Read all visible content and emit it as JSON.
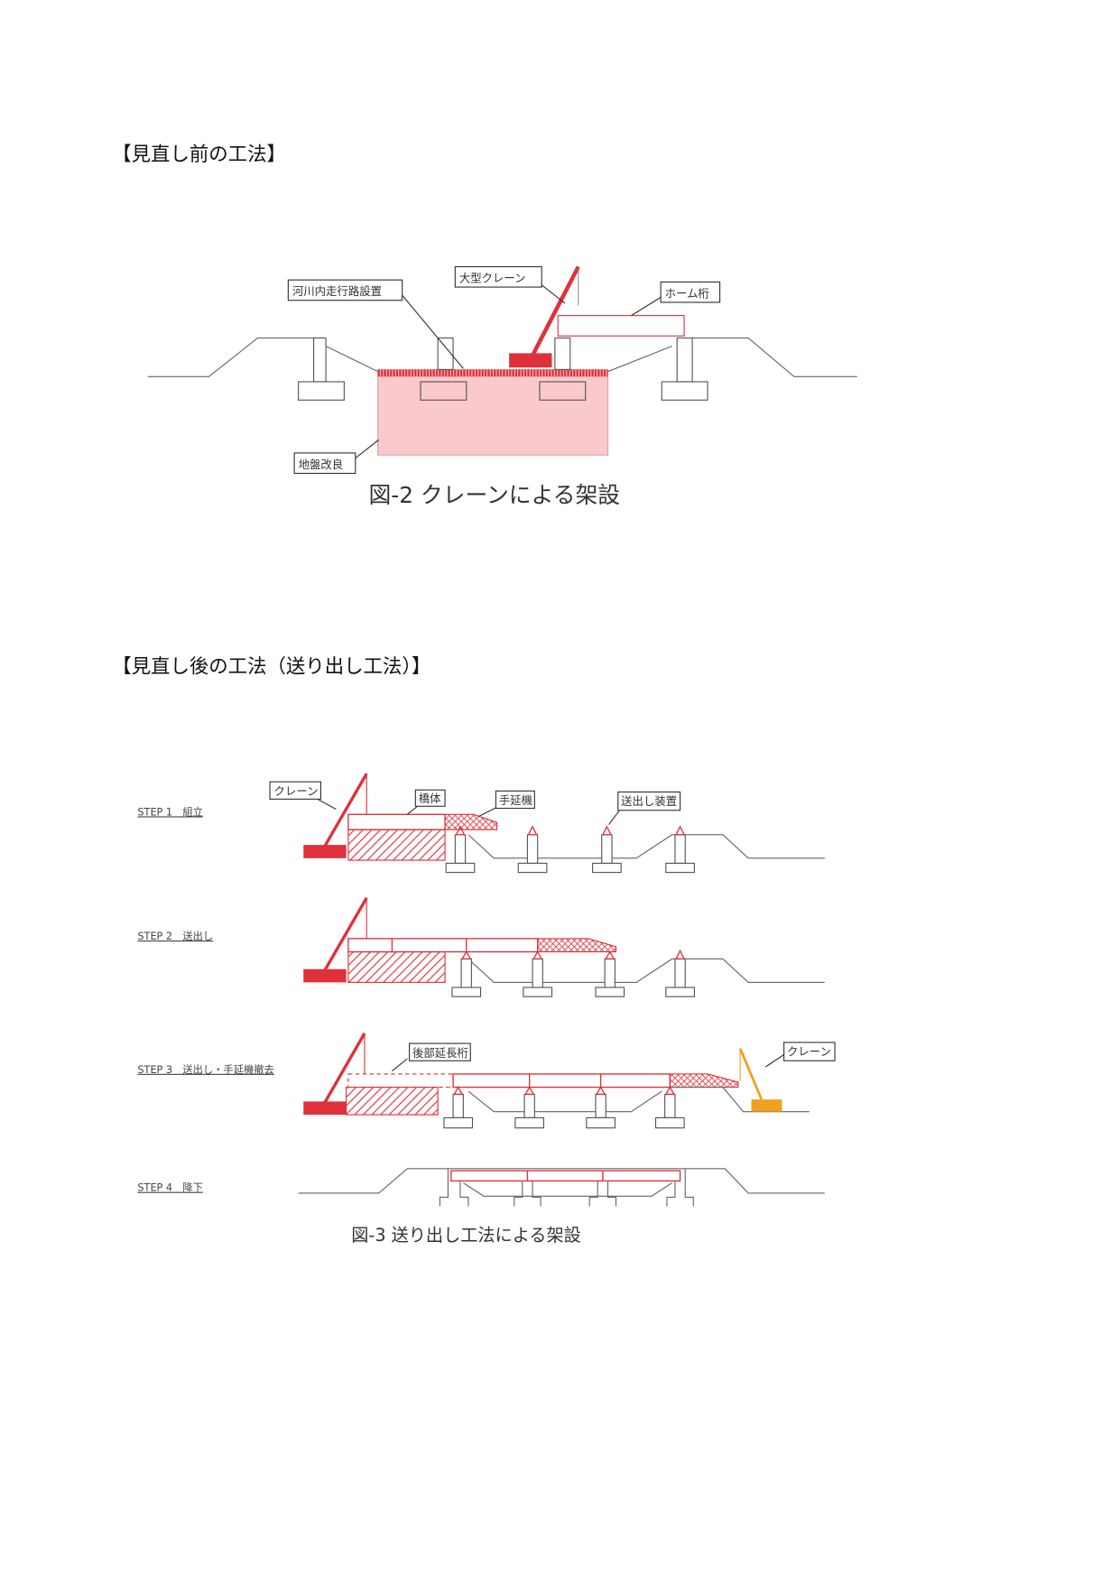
{
  "section1": {
    "heading": "【見直し前の工法】",
    "figure": {
      "labels": {
        "river_road": "河川内走行路設置",
        "large_crane": "大型クレーン",
        "platform_girder": "ホーム桁",
        "ground_improvement": "地盤改良"
      },
      "caption": "図-2 クレーンによる架設"
    }
  },
  "section2": {
    "heading": "【見直し後の工法（送り出し工法）】",
    "figure": {
      "steps": [
        {
          "label": "STEP 1　組立"
        },
        {
          "label": "STEP 2　送出し"
        },
        {
          "label": "STEP 3　送出し・手延機撤去"
        },
        {
          "label": "STEP 4　降下"
        }
      ],
      "labels": {
        "crane": "クレーン",
        "bridge_body": "橋体",
        "launching_nose": "手延機",
        "launch_device": "送出し装置",
        "rear_extension_girder": "後部延長桁",
        "crane_right": "クレーン"
      },
      "caption": "図-3 送り出し工法による架設"
    }
  },
  "colors": {
    "accent_red": "#e0303a",
    "pink_fill": "#f9c9cc",
    "orange_crane": "#f0a020"
  }
}
